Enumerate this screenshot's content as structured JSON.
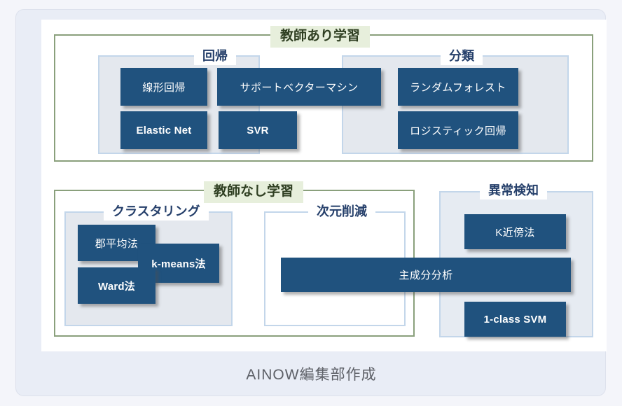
{
  "diagram": {
    "caption": "AINOW編集部作成",
    "colors": {
      "page_background": "#f4f5fa",
      "card_background": "#e9edf6",
      "canvas_background": "#ffffff",
      "group_border": "#8aa07c",
      "group_label_background": "#e7efdc",
      "group_label_text": "#2f3f22",
      "sub_panel_border": "#c3d6ea",
      "sub_panel_fill": "#e4e8ee",
      "sub_label_text": "#26406b",
      "algo_box_fill": "#20527e",
      "algo_box_text": "#ffffff",
      "caption_text": "#5d6067"
    },
    "groups": [
      {
        "id": "supervised",
        "label": "教師あり学習",
        "subgroups": [
          {
            "id": "regression",
            "label": "回帰",
            "items": [
              {
                "label": "線形回帰",
                "script": "jp"
              },
              {
                "label": "サポートベクターマシン",
                "script": "jp"
              },
              {
                "label": "Elastic Net",
                "script": "latin"
              },
              {
                "label": "SVR",
                "script": "latin"
              }
            ]
          },
          {
            "id": "classification",
            "label": "分類",
            "items": [
              {
                "label": "ランダムフォレスト",
                "script": "jp"
              },
              {
                "label": "ロジスティック回帰",
                "script": "jp"
              }
            ]
          }
        ]
      },
      {
        "id": "unsupervised",
        "label": "教師なし学習",
        "subgroups": [
          {
            "id": "clustering",
            "label": "クラスタリング",
            "items": [
              {
                "label": "郡平均法",
                "script": "jp"
              },
              {
                "label": "k-means法",
                "script": "latin"
              },
              {
                "label": "Ward法",
                "script": "latin"
              }
            ]
          },
          {
            "id": "dimensionality-reduction",
            "label": "次元削減",
            "items": [
              {
                "label": "主成分分析",
                "script": "jp"
              }
            ]
          }
        ]
      },
      {
        "id": "anomaly-detection",
        "label": "異常検知",
        "subgroups": [],
        "items": [
          {
            "label": "K近傍法",
            "script": "jp"
          },
          {
            "label": "1-class SVM",
            "script": "latin"
          }
        ]
      }
    ]
  }
}
